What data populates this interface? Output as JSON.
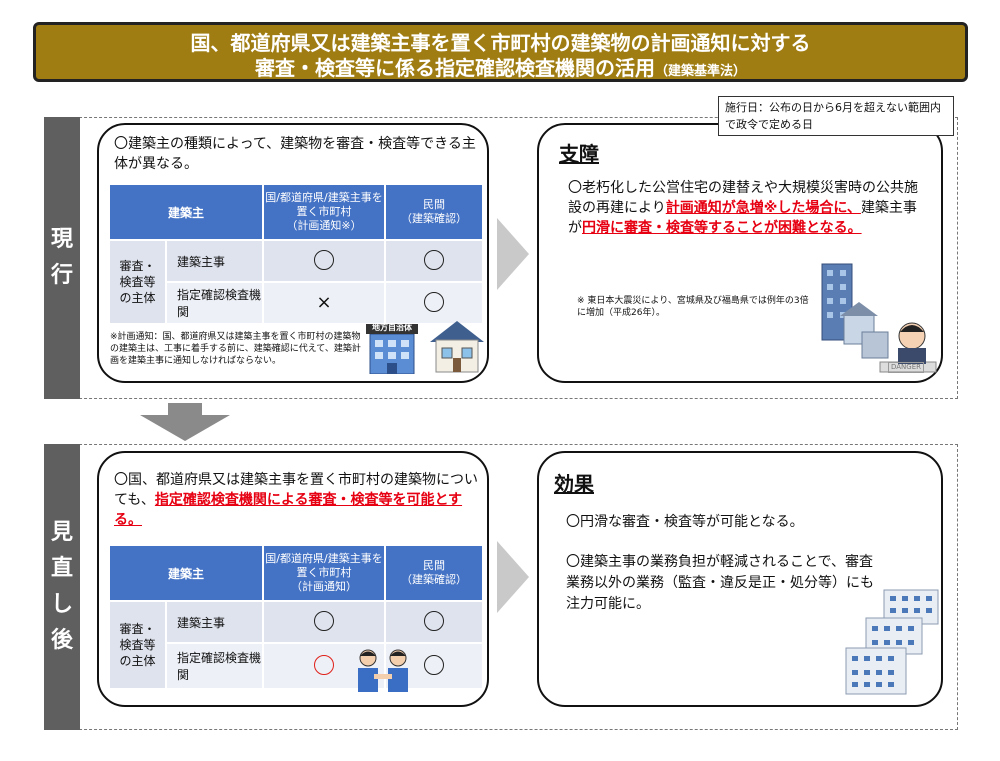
{
  "title": {
    "line1": "国、都道府県又は建築主事を置く市町村の建築物の計画通知に対する",
    "line2": "審査・検査等に係る指定確認検査機関の活用",
    "line2_small": "（建築基準法）"
  },
  "effective_date": "施行日：公布の日から6月を超えない範囲内で政令で定める日",
  "current": {
    "label_chars": [
      "現",
      "行"
    ],
    "intro": "〇建築主の種類によって、建築物を審査・検査等できる主体が異なる。",
    "table": {
      "h_owner": "建築主",
      "h_gov": "国/都道府県/建築主事を置く市町村",
      "h_gov_sub": "（計画通知※）",
      "h_private": "民間",
      "h_private_sub": "（建築確認）",
      "row_group": "審査・検査等の主体",
      "row1": "建築主事",
      "row2": "指定確認検査機関"
    },
    "note": "※計画通知：国、都道府県又は建築主事を置く市町村の建築物の建築主は、工事に着手する前に、建築確認に代えて、建築計画を建築主事に通知しなければならない。",
    "sign_text": "地方自治体"
  },
  "obstacle": {
    "heading": "支障",
    "text_pre": "〇老朽化した公営住宅の建替えや大規模災害時の公共施設の再建により",
    "text_red1": "計画通知が急増※した場合に、",
    "text_mid": "建築主事が",
    "text_red2": "円滑に審査・検査等することが困難となる。",
    "footnote": "※ 東日本大震災により、宮城県及び福島県では例年の3倍に増加（平成26年）。",
    "badge": "DANGER"
  },
  "revised": {
    "label_chars": [
      "見",
      "直",
      "し",
      "後"
    ],
    "intro_pre": "〇国、都道府県又は建築主事を置く市町村の建築物についても、",
    "intro_red": "指定確認検査機関による審査・検査等を可能とする。",
    "table": {
      "h_owner": "建築主",
      "h_gov": "国/都道府県/建築主事を置く市町村",
      "h_gov_sub": "（計画通知）",
      "h_private": "民間",
      "h_private_sub": "（建築確認）",
      "row_group": "審査・検査等の主体",
      "row1": "建築主事",
      "row2": "指定確認検査機関"
    }
  },
  "effect": {
    "heading": "効果",
    "b1": "〇円滑な審査・検査等が可能となる。",
    "b2": "〇建築主事の業務負担が軽減されることで、審査業務以外の業務（監査・違反是正・処分等）にも注力可能に。"
  },
  "colors": {
    "banner": "#a07d12",
    "table_header": "#4472c4",
    "emphasis": "#e60012"
  }
}
